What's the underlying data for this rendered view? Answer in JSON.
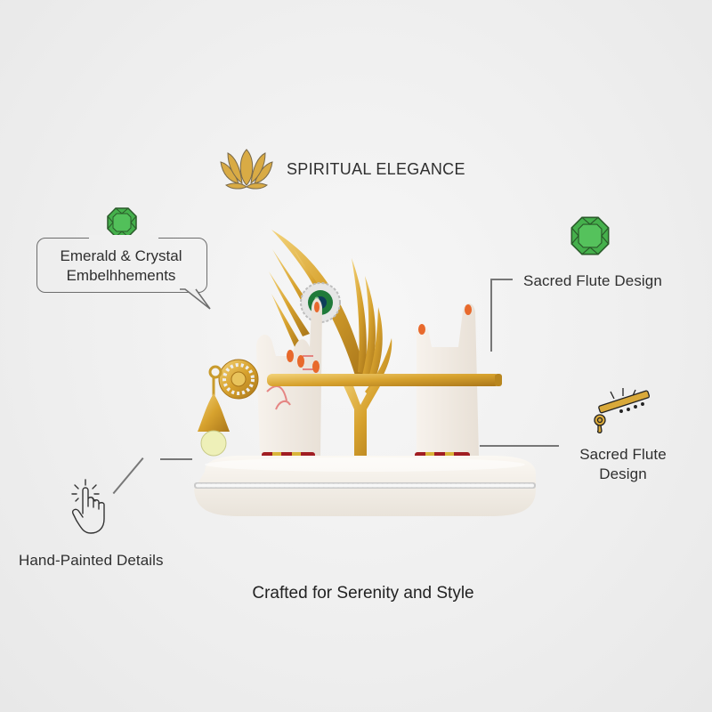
{
  "header": {
    "icon": "lotus-icon",
    "title": "SPIRITUAL ELEGANCE"
  },
  "callouts": {
    "emerald": {
      "icon": "emerald-gem-icon",
      "line1": "Emerald & Crystal",
      "line2": "Embelhhements"
    },
    "flute_top": {
      "icon": "emerald-gem-icon",
      "label": "Sacred Flute Design"
    },
    "flute_right": {
      "icon": "flute-icon",
      "line1": "Sacred Flute",
      "line2": "Design"
    },
    "hand_painted": {
      "icon": "pointing-hand-icon",
      "label": "Hand-Painted Details"
    }
  },
  "tagline": "Crafted for Serenity and Style",
  "colors": {
    "gold": "#d9a93a",
    "emerald": "#3fae45",
    "accent_orange": "#e8692c",
    "bangle_red": "#a11d22",
    "marble": "#f4f0ea",
    "background": "#ececec"
  }
}
